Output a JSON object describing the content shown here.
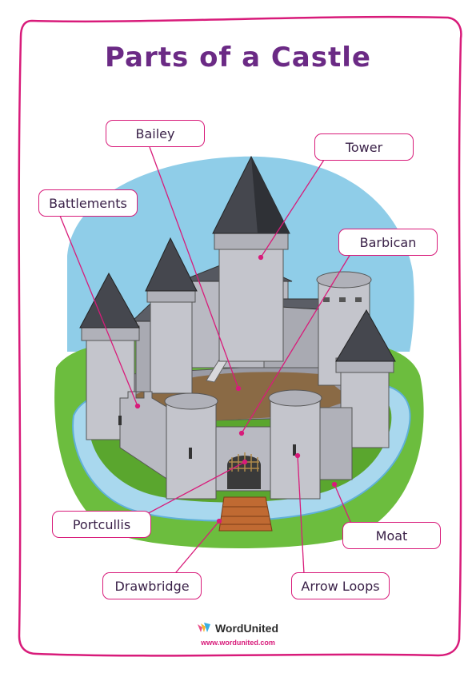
{
  "poster": {
    "title": "Parts of a Castle",
    "colors": {
      "title": "#6b2a85",
      "frame": "#d81b7a",
      "label_border": "#d81b7a",
      "label_text": "#3a2148",
      "leader_line": "#d81b7a"
    }
  },
  "labels": {
    "bailey": "Bailey",
    "tower": "Tower",
    "battlements": "Battlements",
    "barbican": "Barbican",
    "portcullis": "Portcullis",
    "moat": "Moat",
    "drawbridge": "Drawbridge",
    "arrow_loops": "Arrow Loops"
  },
  "branding": {
    "name": "WordUnited",
    "url": "www.wordunited.com",
    "logo_icon": "wordunited-logo-icon"
  }
}
